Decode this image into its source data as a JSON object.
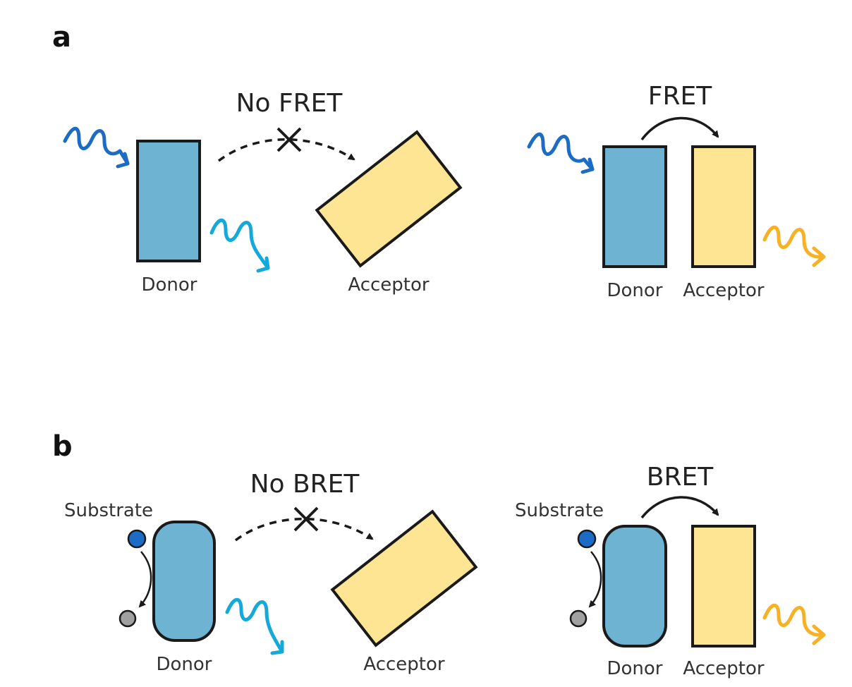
{
  "panels": {
    "a": {
      "letter": "a",
      "no_transfer_label": "No FRET",
      "transfer_label": "FRET",
      "left_donor_label": "Donor",
      "left_acceptor_label": "Acceptor",
      "right_donor_label": "Donor",
      "right_acceptor_label": "Acceptor"
    },
    "b": {
      "letter": "b",
      "no_transfer_label": "No BRET",
      "transfer_label": "BRET",
      "left_substrate_label": "Substrate",
      "right_substrate_label": "Substrate",
      "left_donor_label": "Donor",
      "left_acceptor_label": "Acceptor",
      "right_donor_label": "Donor",
      "right_acceptor_label": "Acceptor"
    }
  },
  "colors": {
    "donor_fill": "#6eb3d1",
    "acceptor_fill": "#fde594",
    "outline": "#1a1a1a",
    "excitation_wave": "#1c6bc4",
    "donor_emission_wave": "#16a8d8",
    "acceptor_emission_wave": "#f7b125",
    "substrate": "#1c6bc4",
    "product": "#a0a0a0"
  }
}
